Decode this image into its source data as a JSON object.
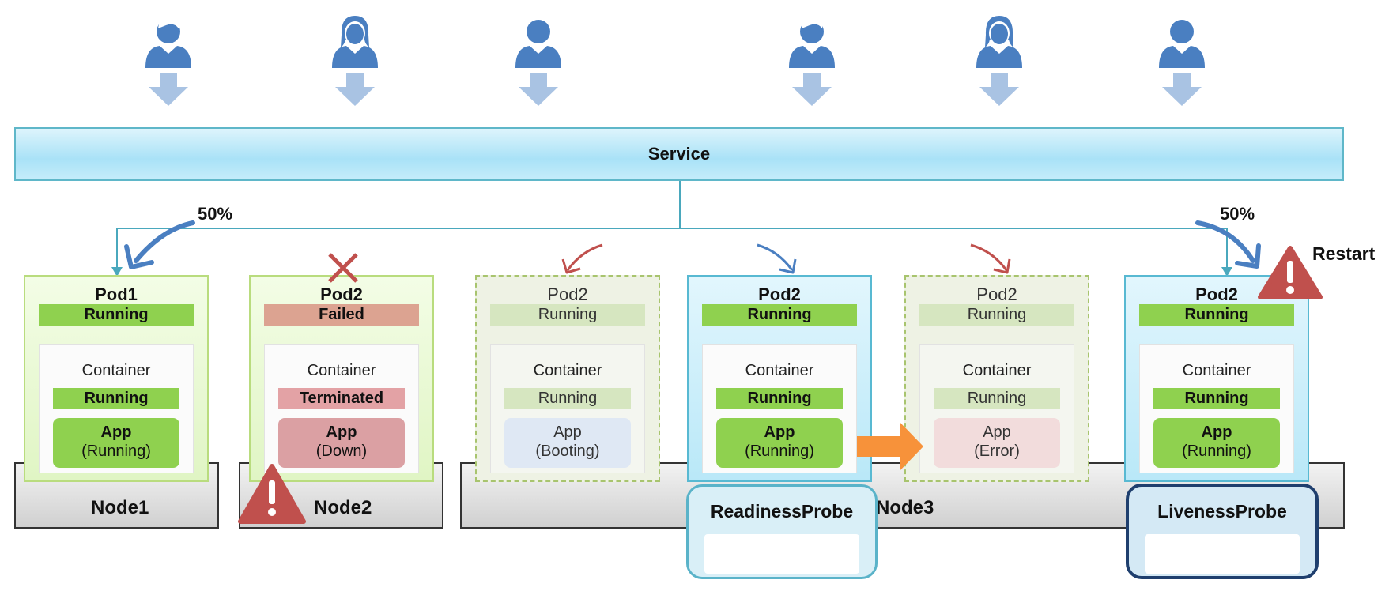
{
  "service": {
    "label": "Service"
  },
  "users": [
    {
      "icon": "male-user-icon"
    },
    {
      "icon": "female-user-icon"
    },
    {
      "icon": "user-icon"
    },
    {
      "icon": "male-user-icon"
    },
    {
      "icon": "female-user-icon"
    },
    {
      "icon": "user-icon"
    }
  ],
  "traffic": {
    "left_percent": "50%",
    "right_percent": "50%"
  },
  "nodes": [
    {
      "label": "Node1"
    },
    {
      "label": "Node2"
    },
    {
      "label": "Node3"
    }
  ],
  "pods": [
    {
      "name": "Pod1",
      "status": "Running",
      "container_title": "Container",
      "container_status": "Running",
      "app_name": "App",
      "app_state": "(Running)"
    },
    {
      "name": "Pod2",
      "status": "Failed",
      "container_title": "Container",
      "container_status": "Terminated",
      "app_name": "App",
      "app_state": "(Down)"
    },
    {
      "name": "Pod2",
      "status": "Running",
      "container_title": "Container",
      "container_status": "Running",
      "app_name": "App",
      "app_state": "(Booting)"
    },
    {
      "name": "Pod2",
      "status": "Running",
      "container_title": "Container",
      "container_status": "Running",
      "app_name": "App",
      "app_state": "(Running)"
    },
    {
      "name": "Pod2",
      "status": "Running",
      "container_title": "Container",
      "container_status": "Running",
      "app_name": "App",
      "app_state": "(Error)"
    },
    {
      "name": "Pod2",
      "status": "Running",
      "container_title": "Container",
      "container_status": "Running",
      "app_name": "App",
      "app_state": "(Running)"
    }
  ],
  "probes": {
    "readiness": "ReadinessProbe",
    "liveness": "LivenessProbe"
  },
  "restart_label": "Restart",
  "colors": {
    "user_blue": "#4a7fc1",
    "down_arrow": "#a9c3e3",
    "running_green": "#8fd14f",
    "failed_red": "#dca391",
    "warning_red": "#c0504d",
    "transition_orange": "#f7923a"
  }
}
